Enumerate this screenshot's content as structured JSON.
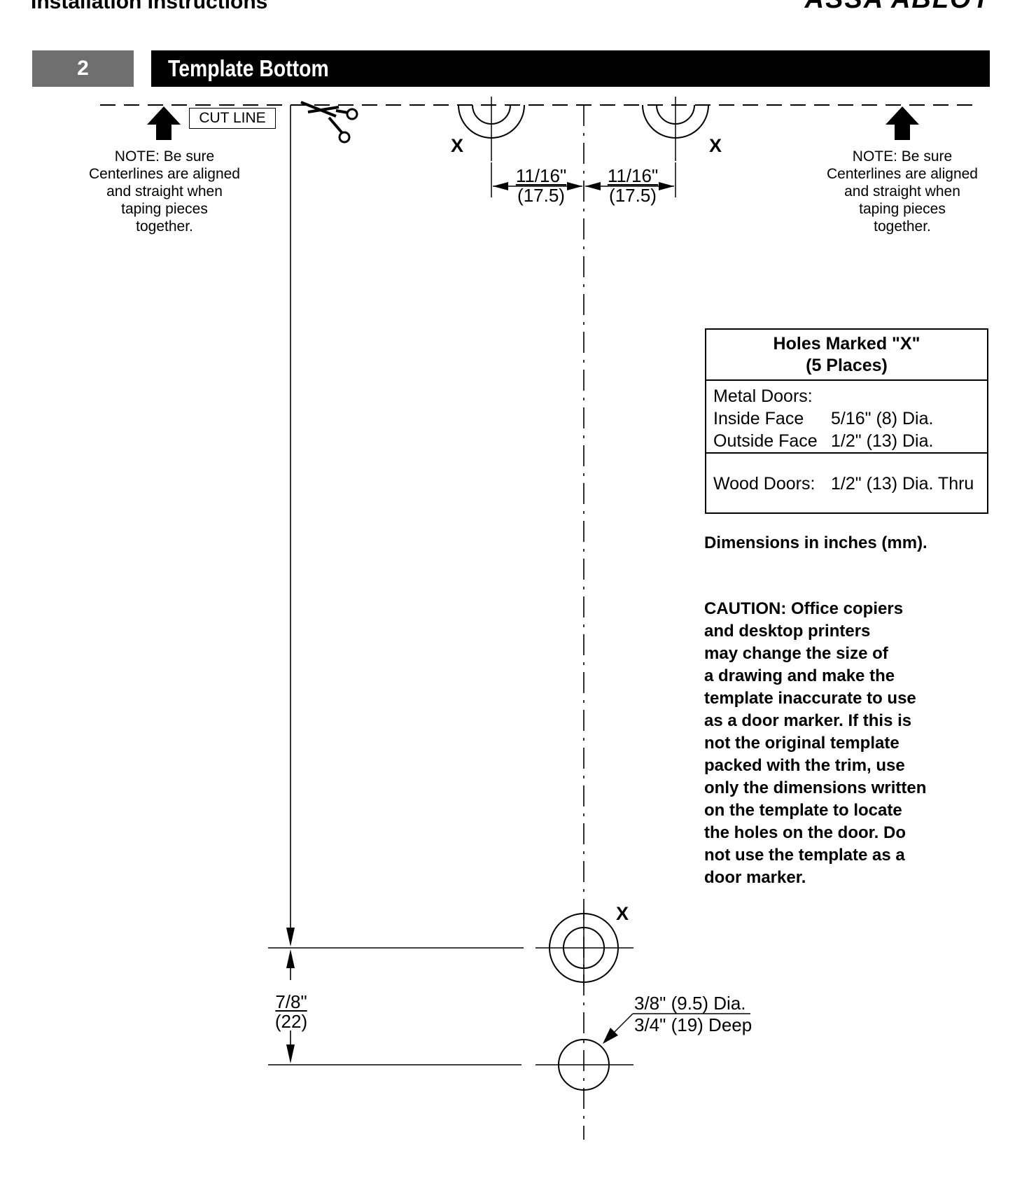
{
  "header": {
    "left_text": "Installation Instructions",
    "right_text": "ASSA ABLOY"
  },
  "section": {
    "step_number": "2",
    "title": "Template Bottom"
  },
  "cut_line": {
    "label": "CUT LINE"
  },
  "notes": {
    "left": "NOTE: Be sure Centerlines are aligned and straight when taping pieces together.",
    "left_lines": [
      "NOTE: Be sure",
      "Centerlines are aligned",
      "and straight when",
      "taping pieces",
      "together."
    ],
    "right_lines": [
      "NOTE: Be sure",
      "Centerlines are aligned",
      "and straight when",
      "taping pieces",
      "together."
    ]
  },
  "hole_markers": {
    "top_left": "X",
    "top_right": "X",
    "lower": "X"
  },
  "top_dimensions": {
    "left_in": "11/16\"",
    "left_mm": "(17.5)",
    "right_in": "11/16\"",
    "right_mm": "(17.5)"
  },
  "holes_table": {
    "title_line1": "Holes Marked \"X\"",
    "title_line2": "(5 Places)",
    "metal_heading": "Metal Doors:",
    "metal_rows": [
      {
        "label": "Inside Face",
        "value": "5/16\" (8) Dia."
      },
      {
        "label": "Outside Face",
        "value": "1/2\" (13) Dia."
      }
    ],
    "wood_label": "Wood Doors:",
    "wood_value": "1/2\" (13) Dia. Thru"
  },
  "dimensions_note": "Dimensions in inches (mm).",
  "caution": "CAUTION: Office copiers\nand desktop printers\nmay change the size of\na drawing and make the\ntemplate inaccurate to use\nas a door marker. If this is\nnot the original template\npacked with the trim, use\nonly the dimensions written\non the template to locate\nthe holes on the door. Do\nnot use the template as a\ndoor marker.",
  "bottom_dimension": {
    "in": "7/8\"",
    "mm": "(22)"
  },
  "hole_callout": {
    "line1": "3/8\" (9.5) Dia.",
    "line2": "3/4\" (19) Deep"
  }
}
